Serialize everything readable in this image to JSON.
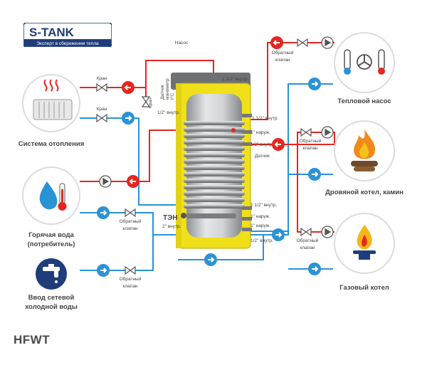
{
  "brand": {
    "name": "S-TANK",
    "tagline": "Эксперт в сбережении тепла"
  },
  "model": "HFWT",
  "labels": {
    "heating_system": "Система отопления",
    "hot_water_1": "Горячая вода",
    "hot_water_2": "(потребитель)",
    "cold_water_1": "Ввод сетевой",
    "cold_water_2": "холодной воды",
    "heat_pump": "Тепловой насос",
    "wood_boiler": "Дровяной котел, камин",
    "gas_boiler": "Газовый котел",
    "pump": "Насос",
    "valve": "Кран",
    "check_valve_1": "Обратный",
    "check_valve_2": "клапан",
    "sensor": "Датчик",
    "thermo_sensor_1": "Датчик",
    "thermo_sensor_2": "манометр",
    "thermo_sensor_3": "t°C",
    "heater": "ТЭН",
    "c_1_5_in": "1 1/2\" внутр.",
    "c_1_2_in": "1/2\" внутр.",
    "c_1_out": "1\" наруж.",
    "c_2_in": "2\" внутр."
  },
  "colors": {
    "hot": "#e52620",
    "cold": "#2a93d5",
    "insulation": "#f0e01a",
    "tank_body": "#c9cbcd",
    "brand_blue": "#1f3d7a"
  }
}
